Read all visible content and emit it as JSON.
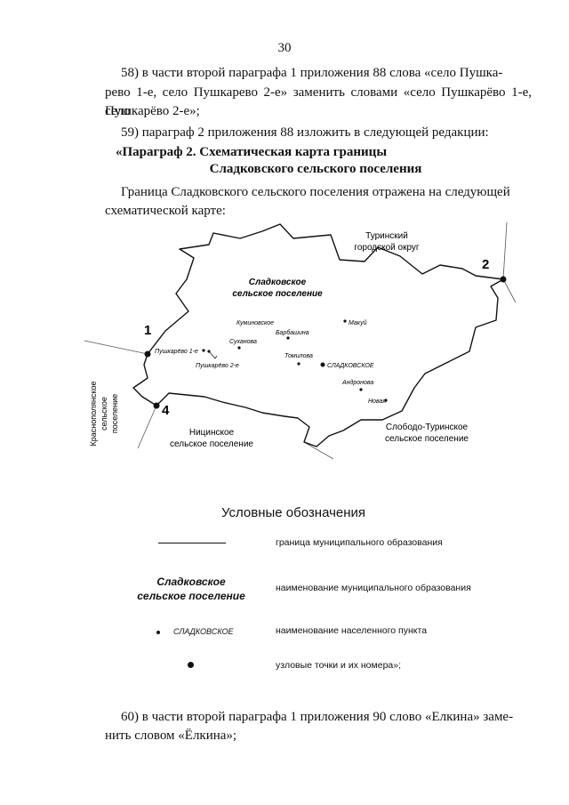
{
  "page_number": "30",
  "paragraphs": {
    "p58_line1": "58) в части второй параграфа 1 приложения 88 слова «село Пушка-",
    "p58_line2": "рево 1-е, село Пушкарево 2-е» заменить словами «село Пушкарёво 1-е, село",
    "p58_line3": "Пушкарёво 2-е»;",
    "p59": "59) параграф 2 приложения 88 изложить в следующей редакции:",
    "heading_line1": "«Параграф 2. Схематическая карта границы",
    "heading_line2": "Сладковского сельского поселения",
    "intro_line1": "Граница Сладковского сельского поселения отражена на следующей",
    "intro_line2": "схематической карте:",
    "p60_line1": "60) в части второй параграфа 1 приложения 90 слово «Елкина» заме-",
    "p60_line2": "нить словом «Ёлкина»;"
  },
  "map": {
    "main_area_line1": "Сладковское",
    "main_area_line2": "сельское поселение",
    "neighbor_north_line1": "Туринский",
    "neighbor_north_line2": "городской округ",
    "neighbor_southeast_line1": "Слободо-Туринское",
    "neighbor_southeast_line2": "сельское поселение",
    "neighbor_south_line1": "Ницинское",
    "neighbor_south_line2": "сельское поселение",
    "neighbor_west_line1": "Краснополянское",
    "neighbor_west_line2": "сельское",
    "neighbor_west_line3": "поселение",
    "node_1": "1",
    "node_2": "2",
    "node_4": "4",
    "settlements": {
      "kuminovskoe": "Куминовское",
      "makuy": "Макуй",
      "barbashina": "Барбашина",
      "sukhanova": "Суханова",
      "pushkarevo1": "Пушкарёво 1-е",
      "pushkarevo2": "Пушкарёво 2-е",
      "tomilova": "Томилова",
      "sladkovskoe": "СЛАДКОВСКОЕ",
      "andronova": "Андронова",
      "novaya": "Новая"
    }
  },
  "legend": {
    "title": "Условные обозначения",
    "border_desc": "граница муниципального образования",
    "name_sample_line1": "Сладковское",
    "name_sample_line2": "сельское поселение",
    "name_desc": "наименование муниципального образования",
    "settlement_sample": "СЛАДКОВСКОЕ",
    "settlement_desc": "наименование населенного пункта",
    "node_desc": "узловые точки и их номера»;"
  }
}
